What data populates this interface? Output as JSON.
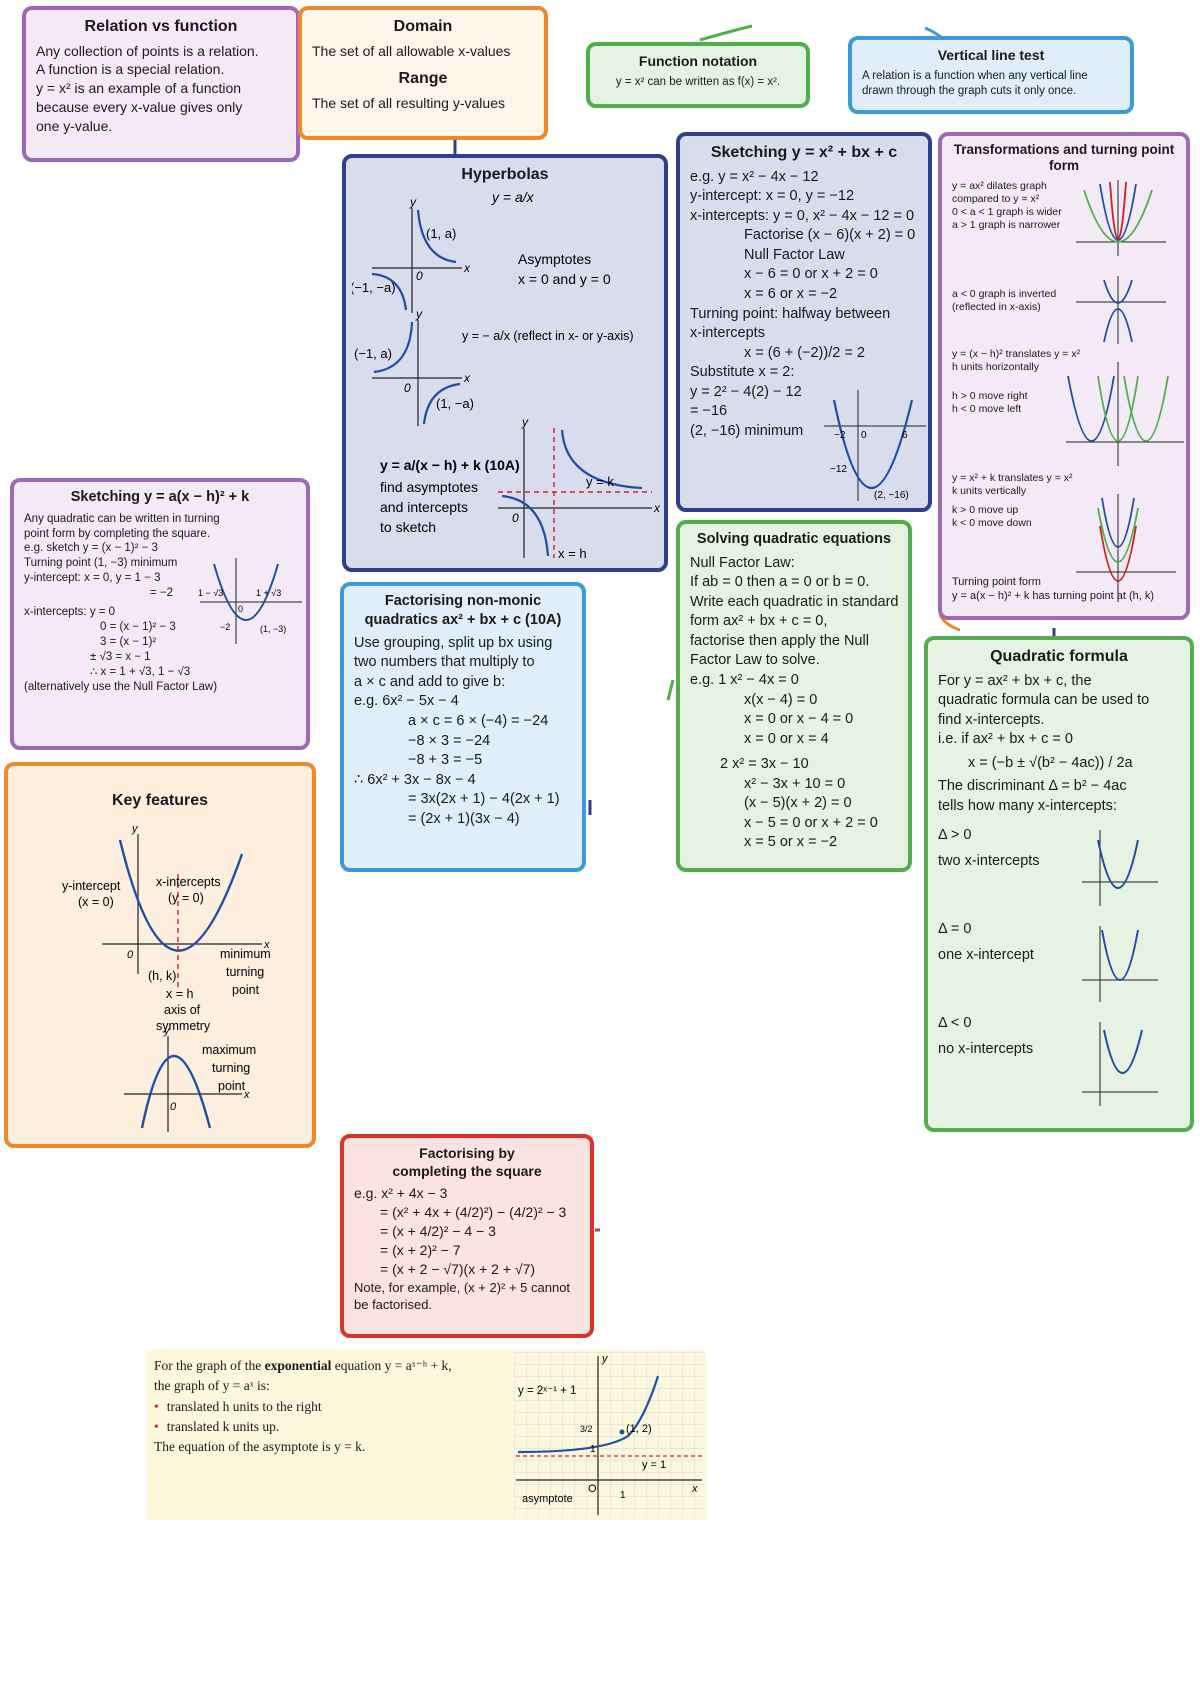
{
  "relation": {
    "title": "Relation vs function",
    "lines": [
      "Any collection of points is a relation.",
      "A function is a special relation.",
      "y = x² is an example of a function",
      "because every x-value gives only",
      "one y-value."
    ]
  },
  "domain": {
    "title": "Domain",
    "text": "The set of all allowable x-values",
    "range_title": "Range",
    "range_text": "The set of all resulting y-values"
  },
  "function_notation": {
    "title": "Function notation",
    "text": "y = x² can be written as f(x) = x²."
  },
  "vertical_line": {
    "title": "Vertical line test",
    "lines": [
      "A relation is a function when any vertical line",
      "drawn through the graph cuts it only once."
    ]
  },
  "hyperbolas": {
    "title": "Hyperbolas",
    "eq1": "y = a/x",
    "asymptotes_label": "Asymptotes",
    "asymptotes_eq": "x = 0 and y = 0",
    "pt_pos": "(1, a)",
    "pt_neg": "(−1, −a)",
    "eq2": "y = − a/x (reflect in x- or y-axis)",
    "pt2_a": "(−1, a)",
    "pt2_b": "(1, −a)",
    "eq3": "y = a/(x − h) + k (10A)",
    "find_lines": [
      "find asymptotes",
      "and intercepts",
      "to sketch"
    ],
    "lbl_yk": "y = k",
    "lbl_xh": "x = h"
  },
  "sketch_bxc": {
    "title": "Sketching y = x² + bx + c",
    "lines": [
      "e.g. y = x² − 4x − 12",
      "y-intercept: x = 0, y = −12",
      "x-intercepts: y = 0, x² − 4x − 12 = 0"
    ],
    "ind_lines": [
      "Factorise (x − 6)(x + 2) = 0",
      "Null Factor Law",
      "x − 6 = 0 or x + 2 = 0",
      "x = 6 or x = −2"
    ],
    "turning": [
      "Turning point: halfway between",
      "x-intercepts"
    ],
    "turn_calc": "x = (6 + (−2))/2 = 2",
    "subs": [
      "Substitute x = 2:",
      "y = 2² − 4(2) − 12",
      "   = −16",
      "(2, −16) minimum"
    ],
    "graph_labels": [
      "−2",
      "0",
      "6",
      "−12",
      "(2, −16)"
    ]
  },
  "transformations": {
    "title": "Transformations and turning point form",
    "blocks": [
      {
        "lines": [
          "y = ax² dilates graph",
          "compared to y = x²",
          "0 < a < 1 graph is wider",
          "a > 1 graph is narrower"
        ]
      },
      {
        "lines": [
          "a < 0 graph is inverted",
          "(reflected in x-axis)"
        ]
      },
      {
        "lines": [
          "y = (x − h)² translates y = x²",
          "h units horizontally",
          "h > 0 move right",
          "h < 0 move left"
        ]
      },
      {
        "lines": [
          "y = x² + k translates y = x²",
          "k units vertically",
          "k > 0 move up",
          "k < 0 move down"
        ]
      }
    ],
    "footer": [
      "Turning point form",
      "y = a(x − h)² + k has turning point at (h, k)"
    ]
  },
  "sketch_tp": {
    "title": "Sketching y = a(x − h)² + k",
    "lines": [
      "Any quadratic can be written in turning",
      "point form by completing the square.",
      "e.g. sketch y = (x − 1)² − 3",
      "Turning point (1, −3) minimum",
      "y-intercept: x = 0, y = 1 − 3",
      "= −2",
      "x-intercepts: y = 0",
      "0 = (x − 1)² − 3",
      "3 = (x − 1)²",
      "± √3 = x − 1",
      "∴ x = 1 + √3, 1 − √3",
      "(alternatively use the Null Factor Law)"
    ],
    "graph_labels": [
      "1 − √3",
      "1 + √3",
      "0",
      "−2",
      "(1, −3)"
    ]
  },
  "non_monic": {
    "title": "Factorising non-monic quadratics ax² + bx + c (10A)",
    "intro": [
      "Use grouping, split up bx using",
      "two numbers that multiply to",
      "a × c and add to give b:"
    ],
    "eg": "e.g.   6x² − 5x − 4",
    "steps": [
      "a × c = 6 × (−4) = −24",
      "−8 × 3 = −24",
      "−8 + 3 = −5"
    ],
    "therefore": "∴      6x² + 3x − 8x − 4",
    "final": [
      "= 3x(2x + 1) − 4(2x + 1)",
      "= (2x + 1)(3x − 4)"
    ]
  },
  "solving": {
    "title": "Solving quadratic equations",
    "lines": [
      "Null Factor Law:",
      "If ab = 0 then a = 0 or b = 0.",
      "Write each quadratic in standard",
      "form ax² + bx + c = 0,",
      "factorise then apply the Null",
      "Factor Law to solve."
    ],
    "eg1": [
      "e.g. 1  x² − 4x = 0",
      "x(x − 4) = 0",
      "x = 0 or x − 4 = 0",
      "x = 0 or x = 4"
    ],
    "eg2": [
      "2  x² = 3x − 10",
      "x² − 3x + 10 = 0",
      "(x − 5)(x + 2) = 0",
      "x − 5 = 0 or x + 2 = 0",
      "x = 5 or x = −2"
    ]
  },
  "key_features": {
    "title": "Key features",
    "labels": {
      "y_int": "y-intercept",
      "x_zero": "(x = 0)",
      "x_ints": "x-intercepts",
      "y_zero": "(y = 0)",
      "min": "minimum",
      "turning": "turning",
      "point": "point",
      "hk": "(h, k)",
      "xh": "x = h",
      "axis": "axis of",
      "sym": "symmetry",
      "max": "maximum",
      "turning2": "turning",
      "point2": "point"
    }
  },
  "quad_formula": {
    "title": "Quadratic formula",
    "lines": [
      "For y = ax² + bx + c, the",
      "quadratic formula can be used to",
      "find x-intercepts.",
      "i.e. if ax² + bx + c = 0"
    ],
    "formula": "x = (−b ± √(b² − 4ac)) / 2a",
    "disc": [
      "The discriminant Δ = b² − 4ac",
      "tells how many x-intercepts:"
    ],
    "cases": [
      {
        "cond": "Δ > 0",
        "text": "two x-intercepts"
      },
      {
        "cond": "Δ = 0",
        "text": "one x-intercept"
      },
      {
        "cond": "Δ < 0",
        "text": "no x-intercepts"
      }
    ]
  },
  "completing": {
    "title": "Factorising by completing the square",
    "eg": "e.g. x² + 4x − 3",
    "steps": [
      "= (x² + 4x + (4/2)²) − (4/2)² − 3",
      "= (x + 4/2)² − 4 − 3",
      "= (x + 2)² − 7",
      "= (x + 2 − √7)(x + 2 + √7)"
    ],
    "note": [
      "Note, for example, (x + 2)² + 5 cannot",
      "be factorised."
    ]
  },
  "exponential": {
    "intro_pre": "For the graph of the ",
    "intro_bold": "exponential",
    "intro_post": " equation y = aˣ⁻ʰ + k,",
    "line2": "the graph of y = aˣ is:",
    "bullets": [
      "translated h units to the right",
      "translated k units up."
    ],
    "asym": "The equation of the asymptote is y = k.",
    "graph_labels": {
      "eq": "y = 2ˣ⁻¹ + 1",
      "pt": "(1, 2)",
      "ya": "y = 1",
      "asym": "asymptote",
      "three_half": "3/2",
      "one": "1",
      "o": "O",
      "x": "x",
      "y": "y"
    }
  },
  "colors": {
    "purple": "#a066b8",
    "orange": "#ec8a2a",
    "green": "#4fb04a",
    "blue": "#3b9ad9",
    "navy": "#2f3f8f",
    "red": "#e0302b"
  }
}
